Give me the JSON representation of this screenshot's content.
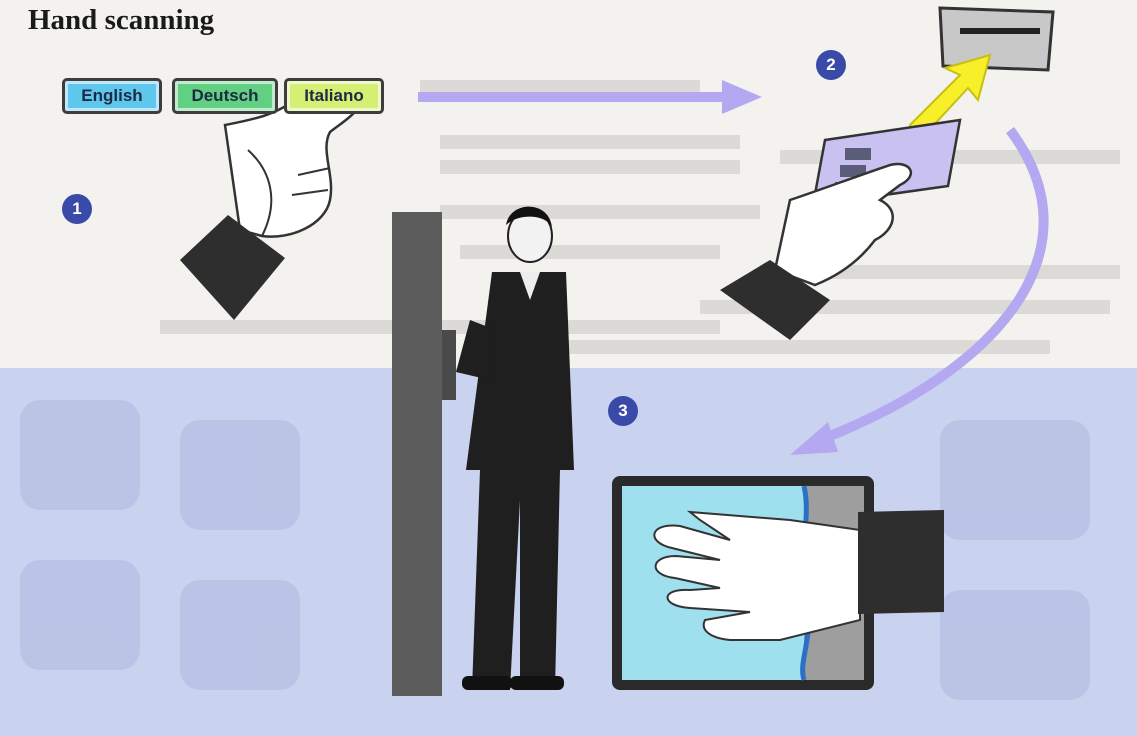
{
  "title": "Hand scanning",
  "language_buttons": [
    {
      "label": "English",
      "color": "#5fc7ee"
    },
    {
      "label": "Deutsch",
      "color": "#63cf82"
    },
    {
      "label": "Italiano",
      "color": "#d5ef74"
    }
  ],
  "steps": [
    "1",
    "2",
    "3"
  ],
  "colors": {
    "arrow": "#b4a8f0",
    "scan_arrow": "#f6ef2a",
    "background_blue": "#c9d2ee",
    "scanner_glass": "#9fe0ef",
    "sleeve": "#2e2e2e",
    "step_badge": "#3a4aa8"
  },
  "icons": [
    "hand-pointing-icon",
    "smart-card-icon",
    "card-reader-icon",
    "person-icon",
    "scanner-pillar-icon",
    "hand-scanner-icon"
  ]
}
